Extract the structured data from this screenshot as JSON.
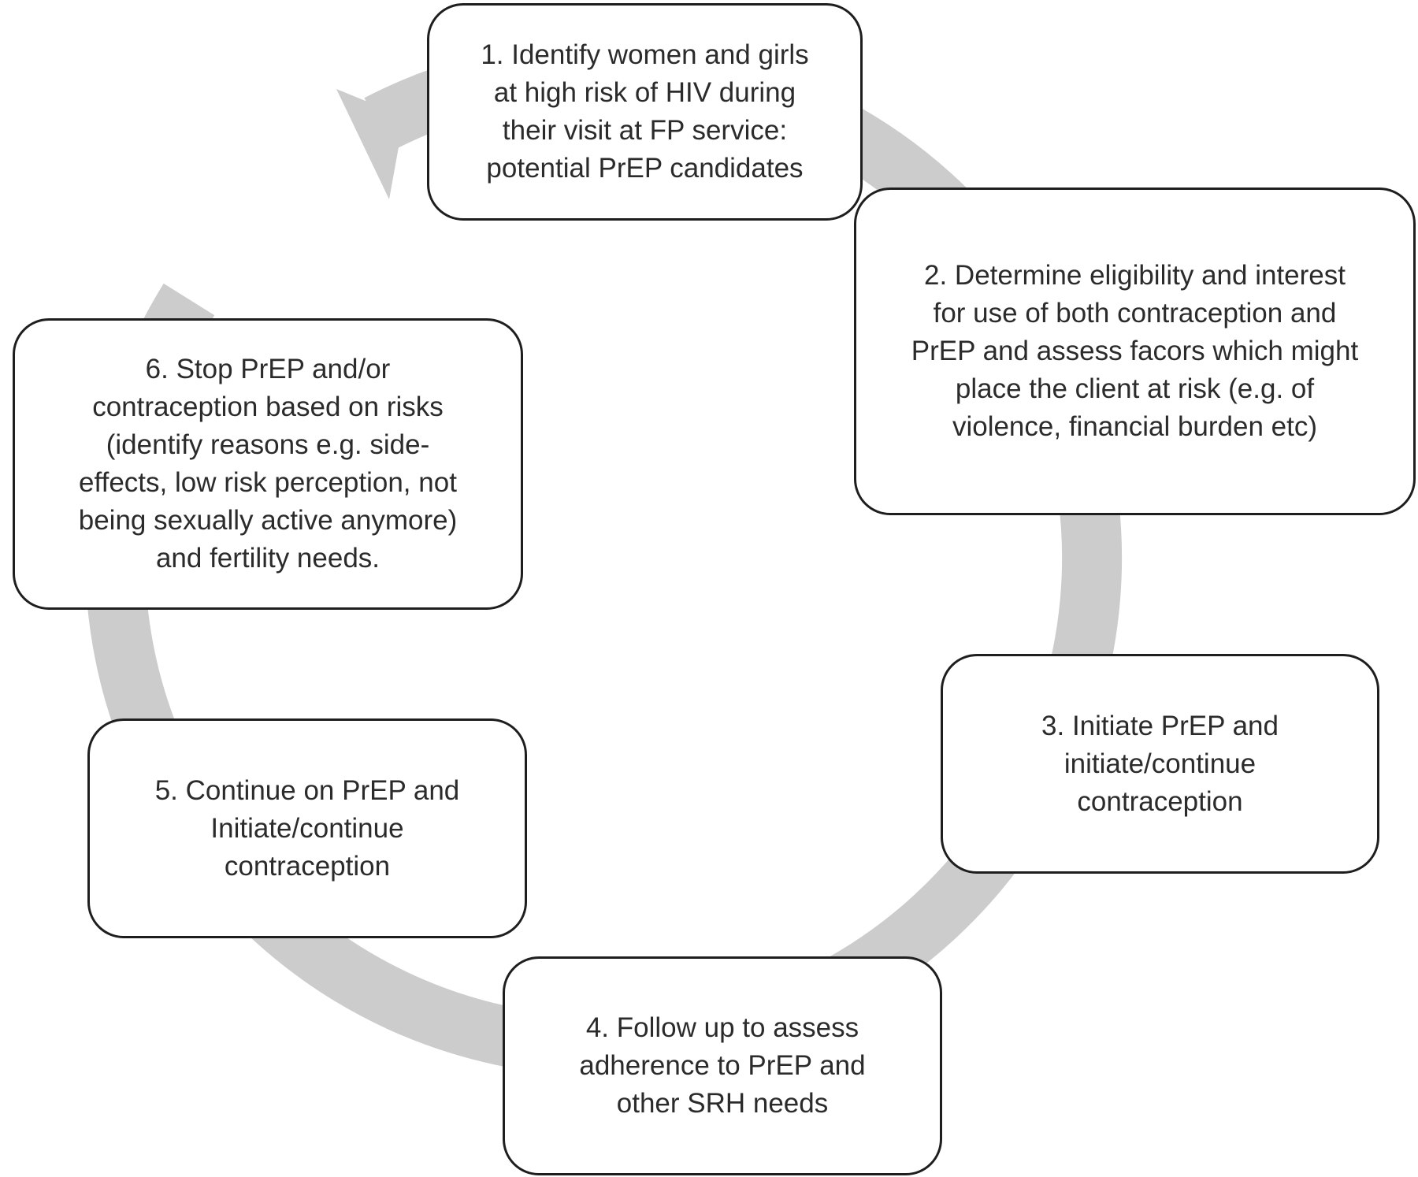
{
  "diagram": {
    "arrow_color": "#cccccc",
    "box_border_color": "#1e1e1e",
    "text_color": "#2b2b2b",
    "steps": [
      {
        "number": "1",
        "lines": [
          "1. Identify women  and girls",
          "at high risk of HIV during",
          "their visit at FP service:",
          "potential PrEP candidates"
        ]
      },
      {
        "number": "2",
        "lines": [
          "2. Determine eligibility and interest",
          "for use of both contraception and",
          "PrEP and assess facors which might",
          "place the client at risk (e.g.  of",
          "violence, financial burden etc)"
        ]
      },
      {
        "number": "3",
        "lines": [
          "3. Initiate PrEP and",
          "initiate/continue",
          "contraception"
        ]
      },
      {
        "number": "4",
        "lines": [
          "4. Follow up to assess",
          "adherence to PrEP and",
          "other SRH needs"
        ]
      },
      {
        "number": "5",
        "lines": [
          "5. Continue on PrEP and",
          "Initiate/continue",
          "contraception"
        ]
      },
      {
        "number": "6",
        "lines": [
          "6. Stop PrEP and/or",
          "contraception based on risks",
          "(identify reasons e.g. side-",
          "effects, low risk perception, not",
          "being sexually active anymore)",
          "and fertility needs."
        ]
      }
    ]
  }
}
